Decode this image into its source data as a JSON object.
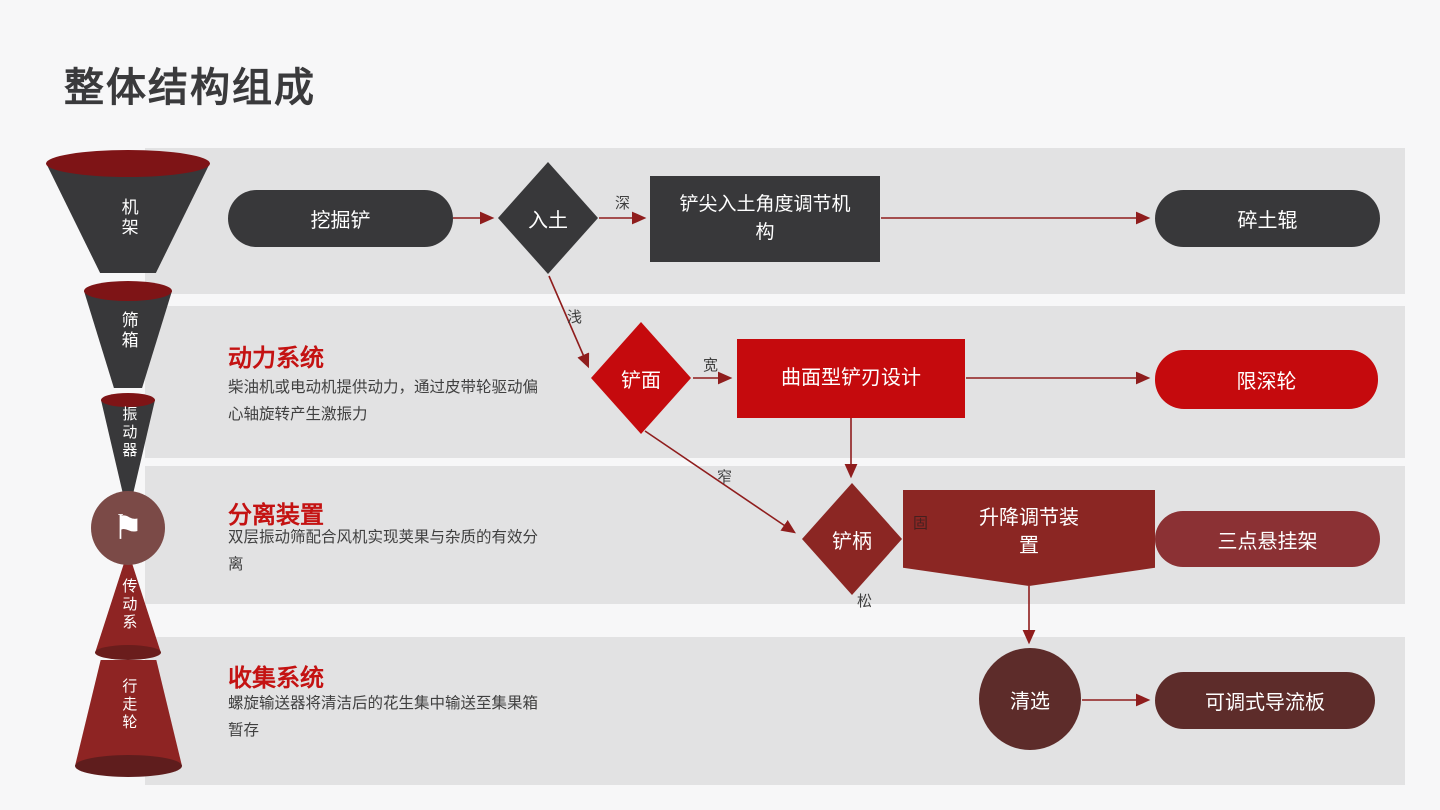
{
  "slide": {
    "title": "整体结构组成"
  },
  "funnel": {
    "segments": [
      {
        "label": "机架"
      },
      {
        "label": "筛箱"
      },
      {
        "label": "振动器"
      },
      {
        "label": "传动系"
      },
      {
        "label": "行走轮"
      }
    ],
    "flag_icon": "⚑"
  },
  "flowchart": {
    "nodes": {
      "dig_shovel": "挖掘铲",
      "enter_soil": "入土",
      "tip_angle_mech": "铲尖入土角度调节机构",
      "soil_crush_roller": "碎土辊",
      "shovel_face": "铲面",
      "curved_blade": "曲面型铲刃设计",
      "depth_limit_wheel": "限深轮",
      "shovel_handle": "铲柄",
      "lift_adjust": "升降调节装置",
      "three_point_hitch": "三点悬挂架",
      "cleaning": "清选",
      "adjustable_deflector": "可调式导流板"
    },
    "edge_labels": {
      "deep": "深",
      "shallow": "浅",
      "wide": "宽",
      "narrow": "窄",
      "firm": "固",
      "loose": "松"
    }
  },
  "sections": [
    {
      "heading": "动力系统",
      "body": "柴油机或电动机提供动力，通过皮带轮驱动偏心轴旋转产生激振力"
    },
    {
      "heading": "分离装置",
      "body": "双层振动筛配合风机实现荚果与杂质的有效分离"
    },
    {
      "heading": "收集系统",
      "body": "螺旋输送器将清洁后的花生集中输送至集果箱暂存"
    }
  ],
  "colors": {
    "page_bg": "#f7f7f8",
    "band": "#e2e2e3",
    "dark_shape": "#38383a",
    "bright_red": "#c50a0d",
    "brick_red": "#8b2623",
    "brick_pill": "#8b3134",
    "maroon_brown": "#5d2c2a",
    "funnel_ellipse": "#7e1416",
    "flag_circle": "#7b4a47",
    "arrow": "#8f1d1d",
    "heading_red": "#c41212"
  }
}
